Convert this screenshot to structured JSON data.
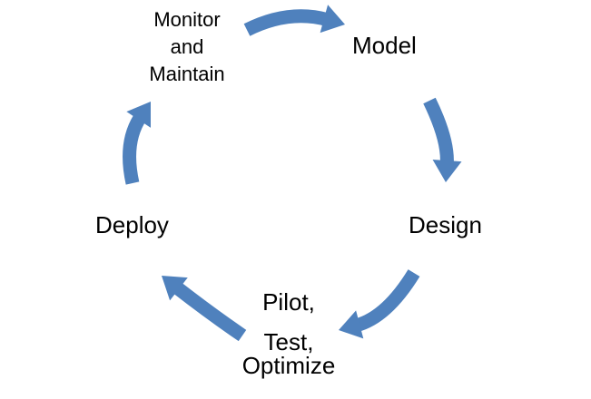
{
  "diagram": {
    "stages": [
      {
        "id": "monitor",
        "lines": [
          "Monitor",
          "and",
          "Maintain"
        ]
      },
      {
        "id": "model",
        "lines": [
          "Model"
        ]
      },
      {
        "id": "design",
        "lines": [
          "Design"
        ]
      },
      {
        "id": "pilot",
        "lines": [
          "Pilot,",
          "Test,",
          "Optimize"
        ]
      },
      {
        "id": "deploy",
        "lines": [
          "Deploy"
        ]
      }
    ],
    "arrows": [
      {
        "from": "monitor",
        "to": "model"
      },
      {
        "from": "model",
        "to": "design"
      },
      {
        "from": "design",
        "to": "pilot"
      },
      {
        "from": "pilot",
        "to": "deploy"
      },
      {
        "from": "deploy",
        "to": "monitor"
      }
    ],
    "colors": {
      "arrow": "#4f81bd",
      "text": "#000000",
      "background": "#ffffff"
    }
  }
}
